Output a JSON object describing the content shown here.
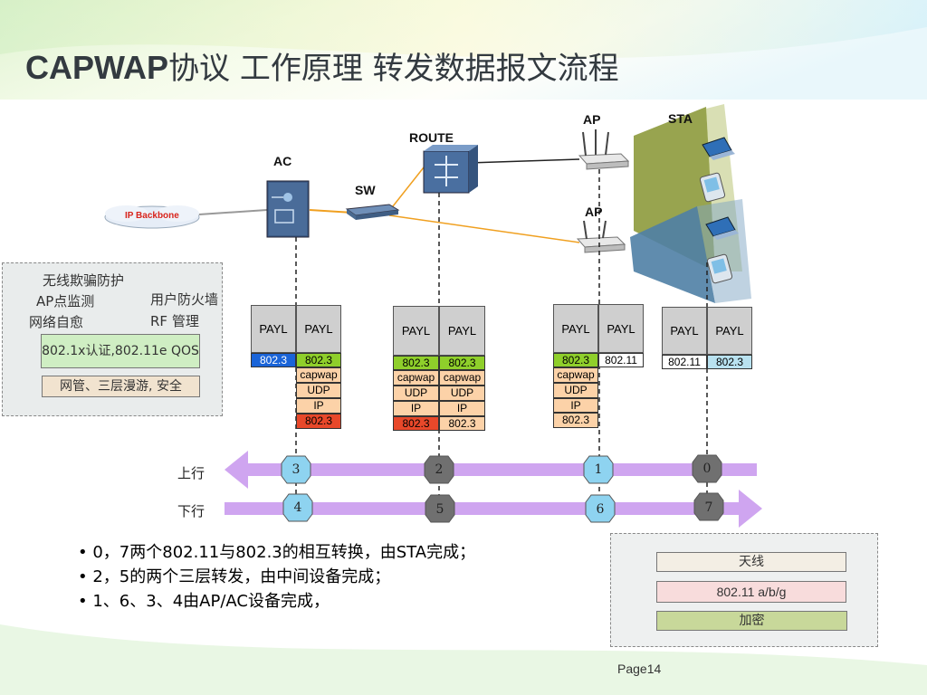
{
  "title": {
    "main": "CAPWAP",
    "sub": "协议  工作原理  转发数据报文流程"
  },
  "devices": {
    "ap_top": "AP",
    "sta": "STA",
    "route": "ROUTE",
    "ac": "AC",
    "sw": "SW",
    "ap_bottom": "AP",
    "ip_backbone": "IP Backbone"
  },
  "left_panel": {
    "notes": [
      "无线欺骗防护",
      "AP点监测",
      "网络自愈",
      "用户防火墙",
      "RF 管理"
    ],
    "qos": "802.1x认证,802.11e QOS",
    "mgmt": "网管、三层漫游, 安全"
  },
  "stacks": {
    "ac_left": [
      "PAYL",
      "802.3"
    ],
    "ac_right": [
      "PAYL",
      "802.3",
      "capwap",
      "UDP",
      "IP",
      "802.3"
    ],
    "route_left": [
      "PAYL",
      "802.3",
      "capwap",
      "UDP",
      "IP",
      "802.3"
    ],
    "route_right": [
      "PAYL",
      "802.3",
      "capwap",
      "UDP",
      "IP",
      "802.3"
    ],
    "ap_left": [
      "PAYL",
      "802.3",
      "capwap",
      "UDP",
      "IP",
      "802.3"
    ],
    "ap_right": [
      "PAYL",
      "802.11"
    ],
    "sta_left": [
      "PAYL",
      "802.11"
    ],
    "sta_right": [
      "PAYL",
      "802.3"
    ]
  },
  "flow": {
    "up_label": "上行",
    "down_label": "下行",
    "up_nodes": [
      "3",
      "2",
      "1",
      "0"
    ],
    "down_nodes": [
      "4",
      "5",
      "6",
      "7"
    ]
  },
  "bullets": [
    "0，7两个802.11与802.3的相互转换，由STA完成；",
    "2，5的两个三层转发，由中间设备完成；",
    "1、6、3、4由AP/AC设备完成，"
  ],
  "right_panel": {
    "antenna": "天线",
    "standard": "802.11 a/b/g",
    "encrypt": "加密"
  },
  "page": "Page14"
}
